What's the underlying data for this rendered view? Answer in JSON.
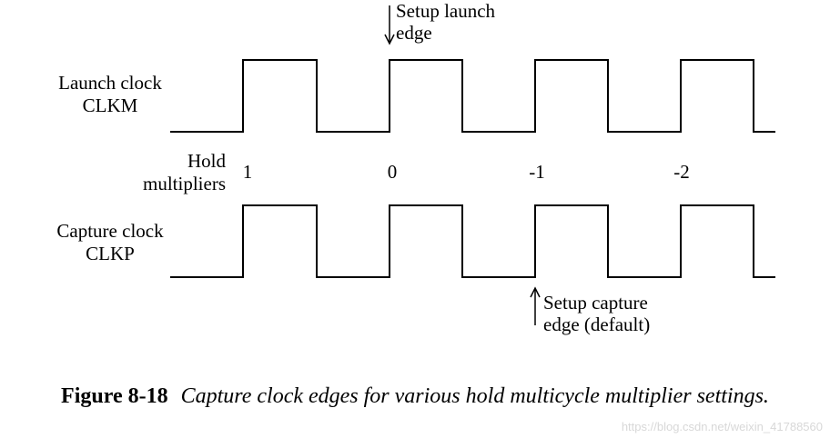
{
  "annotations": {
    "setup_launch_edge": "Setup launch\nedge",
    "setup_capture_edge": "Setup capture\nedge (default)"
  },
  "signals": {
    "launch_clock": "Launch clock\nCLKM",
    "capture_clock": "Capture clock\nCLKP"
  },
  "hold_multipliers": {
    "label": "Hold\nmultipliers",
    "values": [
      "1",
      "0",
      "-1",
      "-2"
    ]
  },
  "caption": {
    "figure_number": "Figure 8-18",
    "text": "Capture clock edges for various hold multicycle multiplier settings."
  },
  "watermark": "https://blog.csdn.net/weixin_41788560",
  "colors": {
    "line": "#000000",
    "watermark": "#d8d8d8"
  }
}
